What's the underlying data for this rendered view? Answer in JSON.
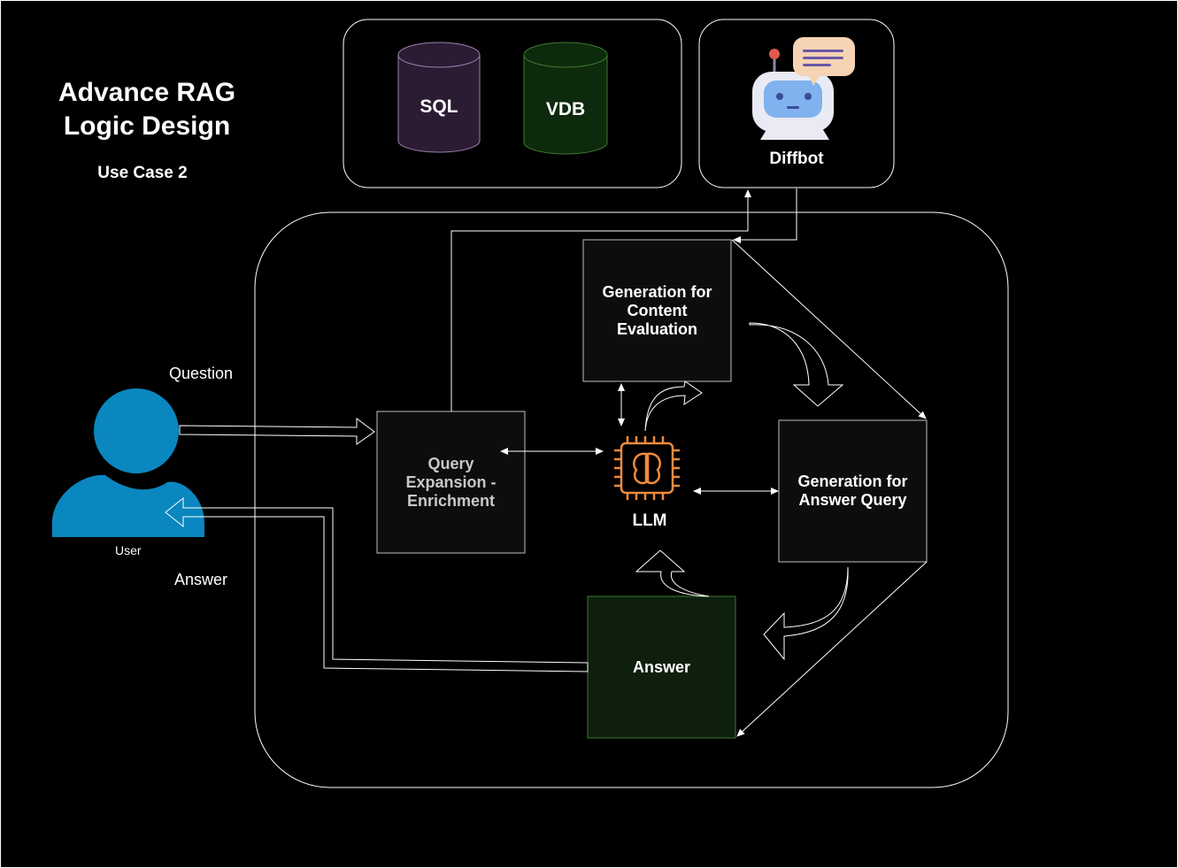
{
  "title": {
    "line1": "Advance RAG",
    "line2": "Logic Design"
  },
  "subtitle": "Use Case 2",
  "user": {
    "label": "User",
    "question": "Question",
    "answer": "Answer"
  },
  "datastores": {
    "sql": "SQL",
    "vdb": "VDB"
  },
  "diffbot": {
    "label": "Diffbot"
  },
  "nodes": {
    "query_expansion": {
      "line1": "Query",
      "line2": "Expansion -",
      "line3": "Enrichment"
    },
    "content_eval": {
      "line1": "Generation for",
      "line2": "Content",
      "line3": "Evaluation"
    },
    "llm": "LLM",
    "answer_query": {
      "line1": "Generation for",
      "line2": "Answer Query"
    },
    "answer": "Answer"
  },
  "colors": {
    "background": "#000000",
    "user": "#0a87bf",
    "sql_fill": "#2b1c33",
    "sql_stroke": "#9c7fb0",
    "vdb_fill": "#0d2a0d",
    "vdb_stroke": "#3f7a2f",
    "answer_fill": "#0e1f0e",
    "answer_stroke": "#3f7a2f",
    "node_fill": "#0d0d0d",
    "llm_icon": "#f08a3c"
  }
}
